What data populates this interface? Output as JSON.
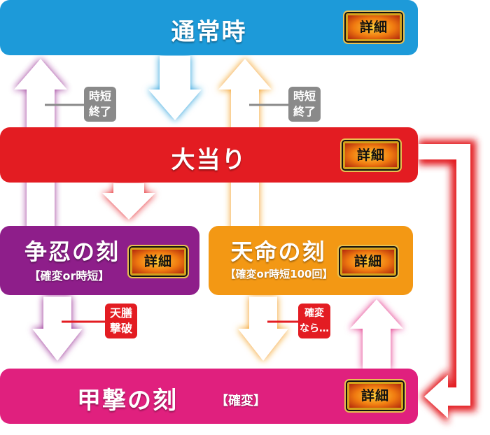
{
  "states": {
    "normal": {
      "title": "通常時"
    },
    "jackpot": {
      "title": "大当り"
    },
    "souninn": {
      "title": "争忍の刻",
      "subtitle": "【確変or時短】"
    },
    "tenmei": {
      "title": "天命の刻",
      "subtitle": "【確変or時短100回】"
    },
    "koushuu": {
      "title": "甲撃の刻",
      "subtitle": "【確変】"
    }
  },
  "detail_label": "詳細",
  "notes": {
    "jitan_end_left": [
      "時短",
      "終了"
    ],
    "jitan_end_right": [
      "時短",
      "終了"
    ],
    "tenzen": [
      "天膳",
      "撃破"
    ],
    "kakuhen": [
      "確変",
      "なら…"
    ]
  },
  "colors": {
    "normal": "#1d9ad9",
    "jackpot": "#e31c22",
    "souninn": "#8e1e8a",
    "tenmei": "#f39814",
    "koushuu": "#e0207e",
    "note_gray": "#8a8a8a",
    "note_red": "#e31c22"
  }
}
